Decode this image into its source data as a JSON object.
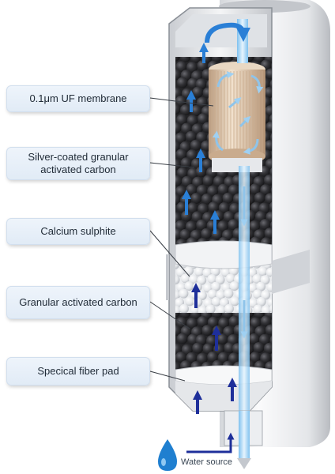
{
  "labels": {
    "uf_membrane": "0.1μm UF membrane",
    "silver_carbon": "Silver-coated granular activated carbon",
    "calcium_sulphite": "Calcium sulphite",
    "granular_carbon": "Granular activated carbon",
    "fiber_pad": "Specical fiber pad",
    "water_source": "Water source"
  },
  "colors": {
    "flow_arrow": "#1e2f9a",
    "clean_flow": "#4aa8e8",
    "label_bg": "#e6eef8",
    "housing": "#e9ebee",
    "carbon": "#2b2b2e",
    "water_drop": "#1f7fd0"
  }
}
